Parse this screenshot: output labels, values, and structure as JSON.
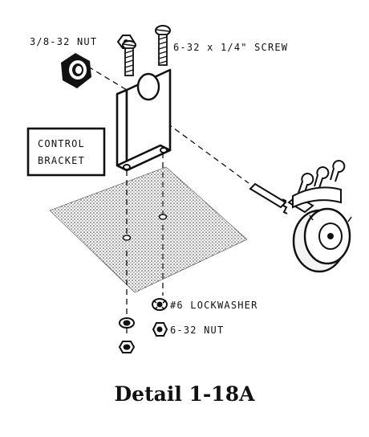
{
  "labels": {
    "nut_38": "3/8-32 NUT",
    "screw": "6-32 x 1/4\" SCREW",
    "bracket_line1": "CONTROL",
    "bracket_line2": "BRACKET",
    "lockwasher": "#6 LOCKWASHER",
    "nut_632": "6-32 NUT"
  },
  "caption": "Detail 1-18A"
}
